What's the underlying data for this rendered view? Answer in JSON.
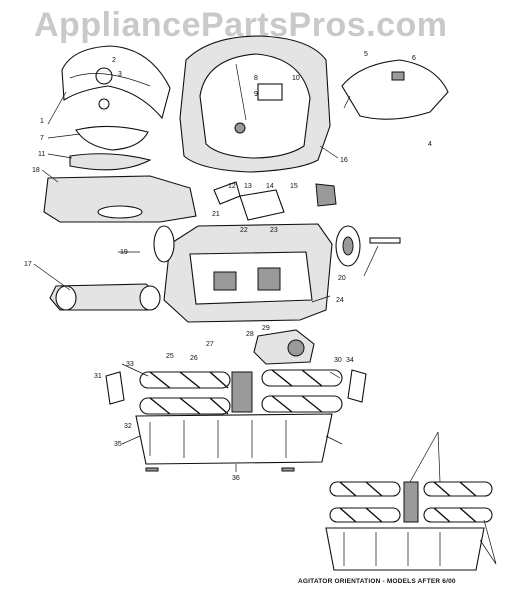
{
  "watermark": "AppliancePartsPros.com",
  "caption": "AGITATOR ORIENTATION - MODELS AFTER 6/00",
  "callouts": [
    "1",
    "2",
    "3",
    "4",
    "5",
    "6",
    "7",
    "8",
    "9",
    "10",
    "11",
    "12",
    "13",
    "14",
    "15",
    "16",
    "17",
    "18",
    "19",
    "20",
    "21",
    "22",
    "23",
    "24",
    "25",
    "26",
    "27",
    "28",
    "29",
    "30",
    "31",
    "32",
    "33",
    "34",
    "35",
    "36"
  ]
}
